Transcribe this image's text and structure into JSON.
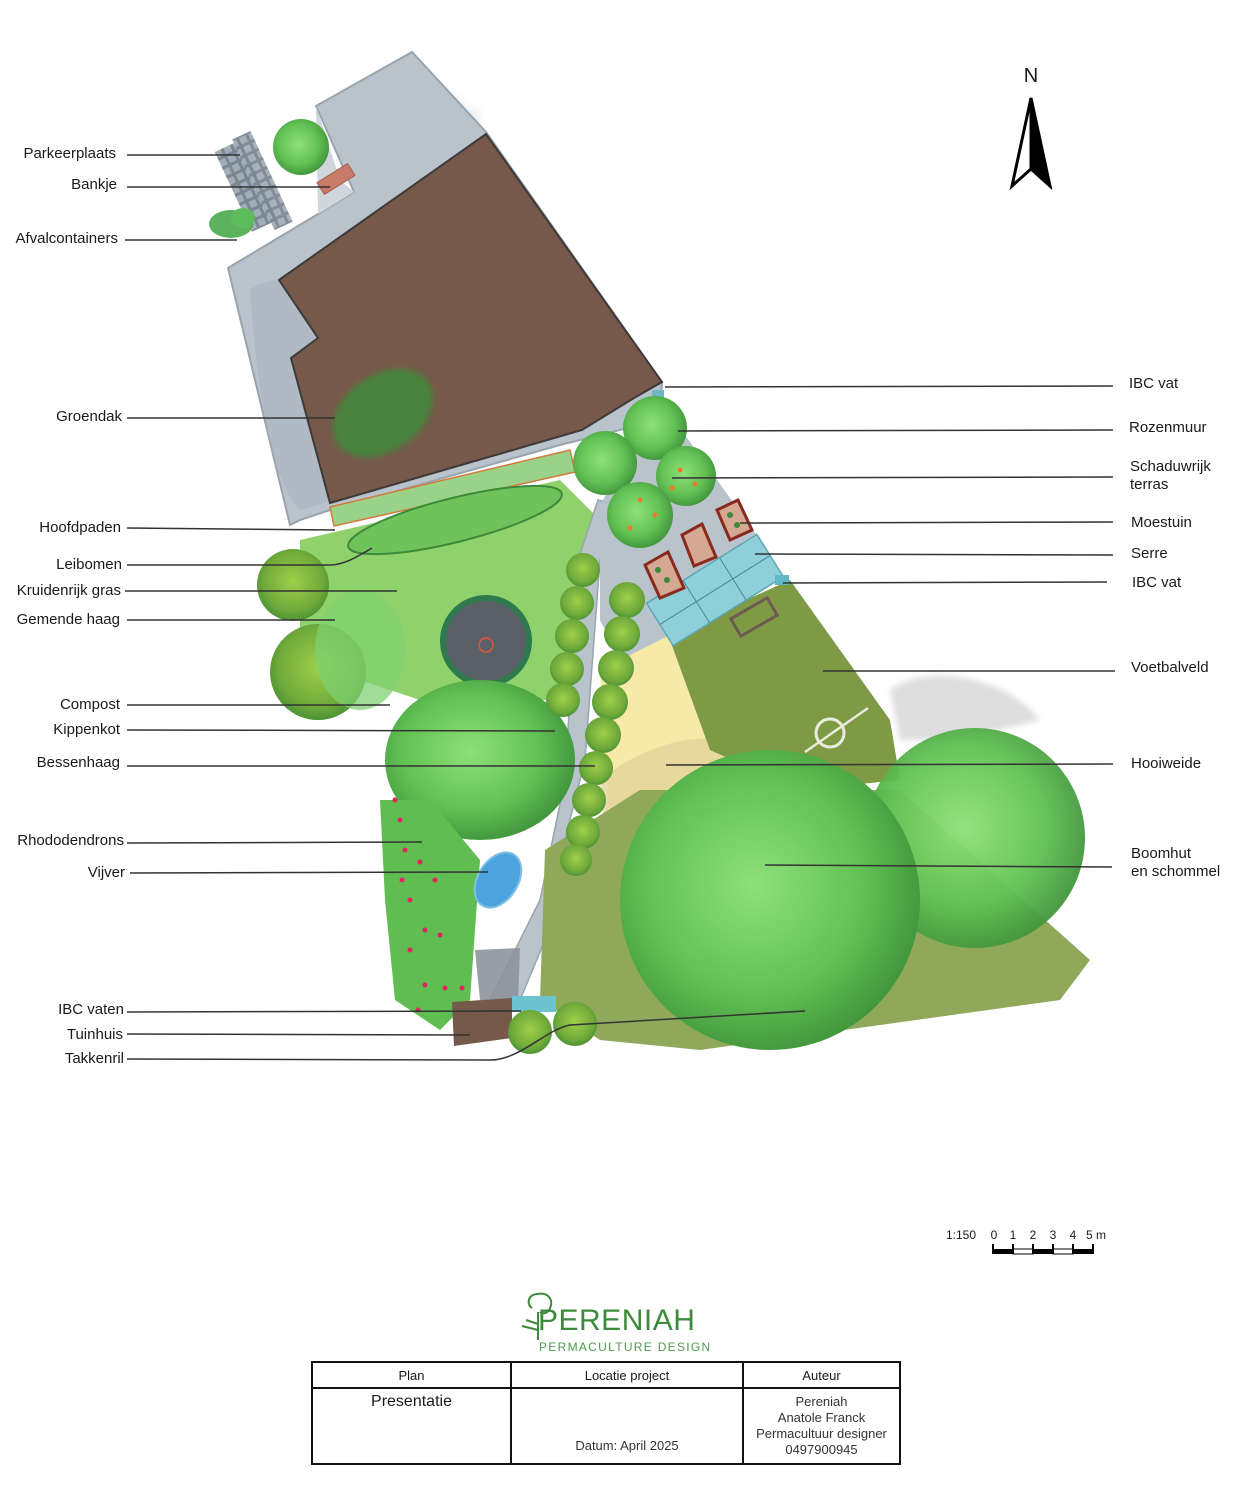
{
  "plan": {
    "scale": {
      "ratio": "1:150",
      "ticks": [
        "0",
        "1",
        "2",
        "3",
        "4",
        "5 m"
      ]
    },
    "north_arrow": {
      "label": "N",
      "icon": "north-arrow-icon"
    },
    "labels_left": [
      {
        "id": "parkeerplaats",
        "text": "Parkeerplaats"
      },
      {
        "id": "bankje",
        "text": "Bankje"
      },
      {
        "id": "afvalcontainers",
        "text": "Afvalcontainers"
      },
      {
        "id": "groendak",
        "text": "Groendak"
      },
      {
        "id": "hoofdpaden",
        "text": "Hoofdpaden"
      },
      {
        "id": "leibomen",
        "text": "Leibomen"
      },
      {
        "id": "kruidenrijk-gras",
        "text": "Kruidenrijk gras"
      },
      {
        "id": "gemende-haag",
        "text": "Gemende haag"
      },
      {
        "id": "compost",
        "text": "Compost"
      },
      {
        "id": "kippenkot",
        "text": "Kippenkot"
      },
      {
        "id": "bessenhaag",
        "text": "Bessenhaag"
      },
      {
        "id": "rhododendrons",
        "text": "Rhododendrons"
      },
      {
        "id": "vijver",
        "text": "Vijver"
      },
      {
        "id": "ibc-vaten",
        "text": "IBC vaten"
      },
      {
        "id": "tuinhuis",
        "text": "Tuinhuis"
      },
      {
        "id": "takkenril",
        "text": "Takkenril"
      }
    ],
    "labels_right": [
      {
        "id": "ibc-vat-1",
        "text": "IBC vat"
      },
      {
        "id": "rozenmuur",
        "text": "Rozenmuur"
      },
      {
        "id": "schaduwrijk-terras",
        "line1": "Schaduwrijk",
        "line2": "terras"
      },
      {
        "id": "moestuin",
        "text": "Moestuin"
      },
      {
        "id": "serre",
        "text": "Serre"
      },
      {
        "id": "ibc-vat-2",
        "text": "IBC vat"
      },
      {
        "id": "voetbalveld",
        "text": "Voetbalveld"
      },
      {
        "id": "hooiweide",
        "text": "Hooiweide"
      },
      {
        "id": "boomhut",
        "line1": "Boomhut",
        "line2": "en schommel"
      }
    ],
    "colors": {
      "house_roof": "#76594a",
      "paving": "#b9c3cc",
      "paving_dark": "#a3adb6",
      "grass_light": "#8fd16a",
      "grass_meadow": "#7f9a45",
      "hay_meadow": "#f7e9a8",
      "tree_green": "#5fbf4f",
      "tree_dark": "#3d8a3a",
      "greenhouse": "#8fcfda",
      "water": "#4da3dc",
      "raised_bed": "#8a2a1e",
      "trampoline": "#5a5f68",
      "trampoline_rim": "#2e7a4e",
      "rhodo_flower": "#e0245e",
      "leader_line": "#333333",
      "brand_green": "#3d8a3d"
    }
  },
  "brand": {
    "name": "PERENIAH",
    "tagline": "PERMACULTURE DESIGN",
    "icon": "tree-logo-icon"
  },
  "title_block": {
    "headers": {
      "plan": "Plan",
      "location": "Locatie project",
      "author": "Auteur"
    },
    "plan_value": "Presentatie",
    "location_value": "",
    "date": "Datum: April 2025",
    "author_lines": [
      "Pereniah",
      "Anatole Franck",
      "Permacultuur designer",
      "0497900945"
    ]
  }
}
